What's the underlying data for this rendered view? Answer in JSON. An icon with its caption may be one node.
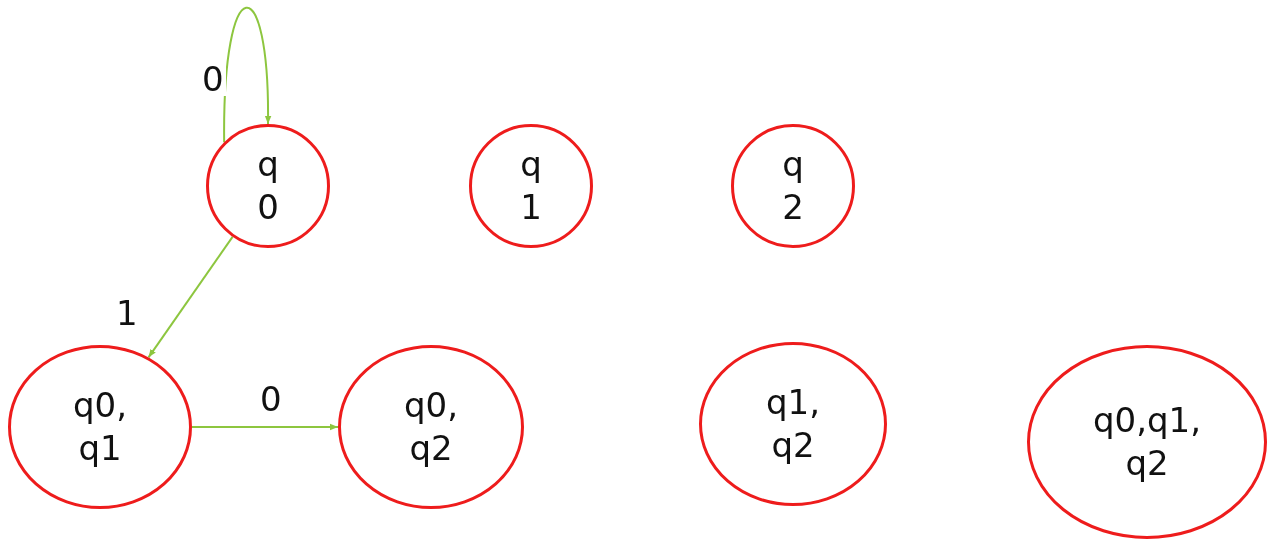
{
  "diagram": {
    "nodes": [
      {
        "text": [
          "q 0"
        ]
      },
      {
        "text": [
          "q 1"
        ]
      },
      {
        "text": [
          "q 2"
        ]
      },
      {
        "text": [
          "q0, q1"
        ]
      },
      {
        "text": [
          "q0, q2"
        ]
      },
      {
        "text": [
          "q1, q2"
        ]
      },
      {
        "text": [
          "q0,q1, q2"
        ]
      }
    ],
    "edges": [
      {
        "from": 0,
        "to": 0,
        "arrow": "to",
        "label": "0",
        "color": "#8dc63f"
      },
      {
        "from": 0,
        "to": 3,
        "arrow": "to",
        "label": "1",
        "color": "#8dc63f"
      },
      {
        "from": 3,
        "to": 4,
        "arrow": "to",
        "label": "0",
        "color": "#8dc63f"
      }
    ]
  }
}
